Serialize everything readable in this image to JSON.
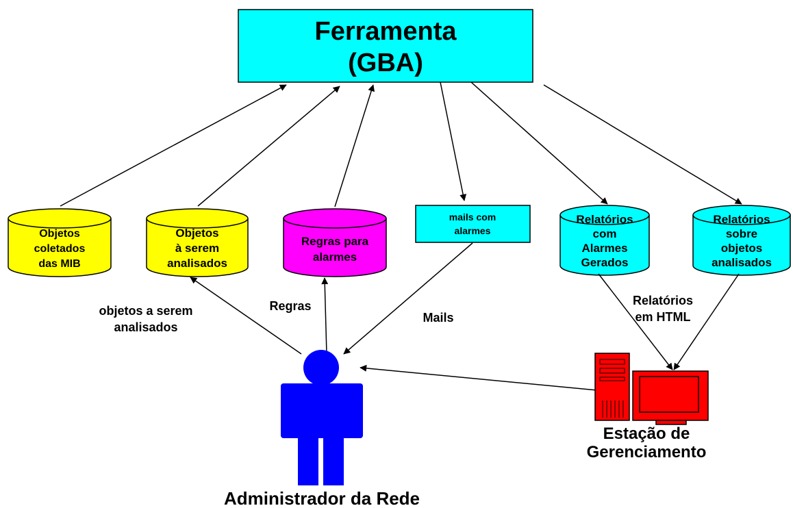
{
  "title": {
    "line1": "Ferramenta",
    "line2": "(GBA)"
  },
  "databases": [
    {
      "id": "objetos-coletados",
      "lines": [
        "Objetos",
        "coletados",
        "das MIB"
      ],
      "color": "#ffff00"
    },
    {
      "id": "objetos-serem-analisados",
      "lines": [
        "Objetos",
        "à serem",
        "analisados"
      ],
      "color": "#ffff00"
    },
    {
      "id": "regras-alarmes",
      "lines": [
        "Regras para",
        "alarmes"
      ],
      "color": "#ff00ff"
    },
    {
      "id": "relatorios-alarmes",
      "lines": [
        "Relatórios",
        "com",
        "Alarmes",
        "Gerados"
      ],
      "color": "#00ffff"
    },
    {
      "id": "relatorios-objetos",
      "lines": [
        "Relatórios",
        "sobre",
        "objetos",
        "analisados"
      ],
      "color": "#00ffff"
    }
  ],
  "mails_box": {
    "lines": [
      "mails com",
      "alarmes"
    ],
    "color": "#00ffff"
  },
  "edge_labels": {
    "objetos": [
      "objetos a serem",
      "analisados"
    ],
    "regras": "Regras",
    "mails": "Mails",
    "relatorios": [
      "Relatórios",
      "em HTML"
    ]
  },
  "admin_label": "Administrador da Rede",
  "station_label": [
    "Estação de",
    "Gerenciamento"
  ],
  "colors": {
    "tool_box": "#00ffff",
    "person": "#0000ff",
    "computer": "#ff0000"
  }
}
